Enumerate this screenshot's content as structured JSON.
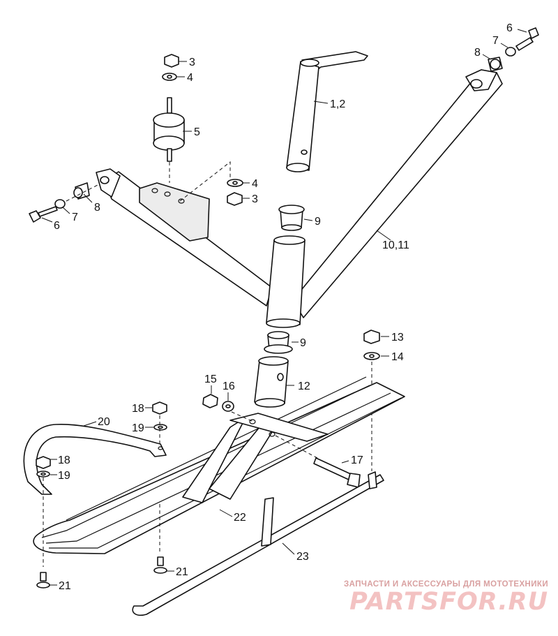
{
  "callouts": {
    "c1_2": "1,2",
    "c3a": "3",
    "c4a": "4",
    "c5": "5",
    "c4b": "4",
    "c3b": "3",
    "c6a": "6",
    "c7a": "7",
    "c8a": "8",
    "c6b": "6",
    "c7b": "7",
    "c8b": "8",
    "c9a": "9",
    "c10_11": "10,11",
    "c9b": "9",
    "c12": "12",
    "c13": "13",
    "c14": "14",
    "c15": "15",
    "c16": "16",
    "c17": "17",
    "c18a": "18",
    "c19a": "19",
    "c18b": "18",
    "c19b": "19",
    "c20": "20",
    "c21a": "21",
    "c21b": "21",
    "c22": "22",
    "c23": "23"
  },
  "watermark": {
    "caption": "ЗАПЧАСТИ И АКСЕССУАРЫ ДЛЯ МОТОТЕХНИКИ",
    "logo": "PARTSFOR.RU"
  }
}
